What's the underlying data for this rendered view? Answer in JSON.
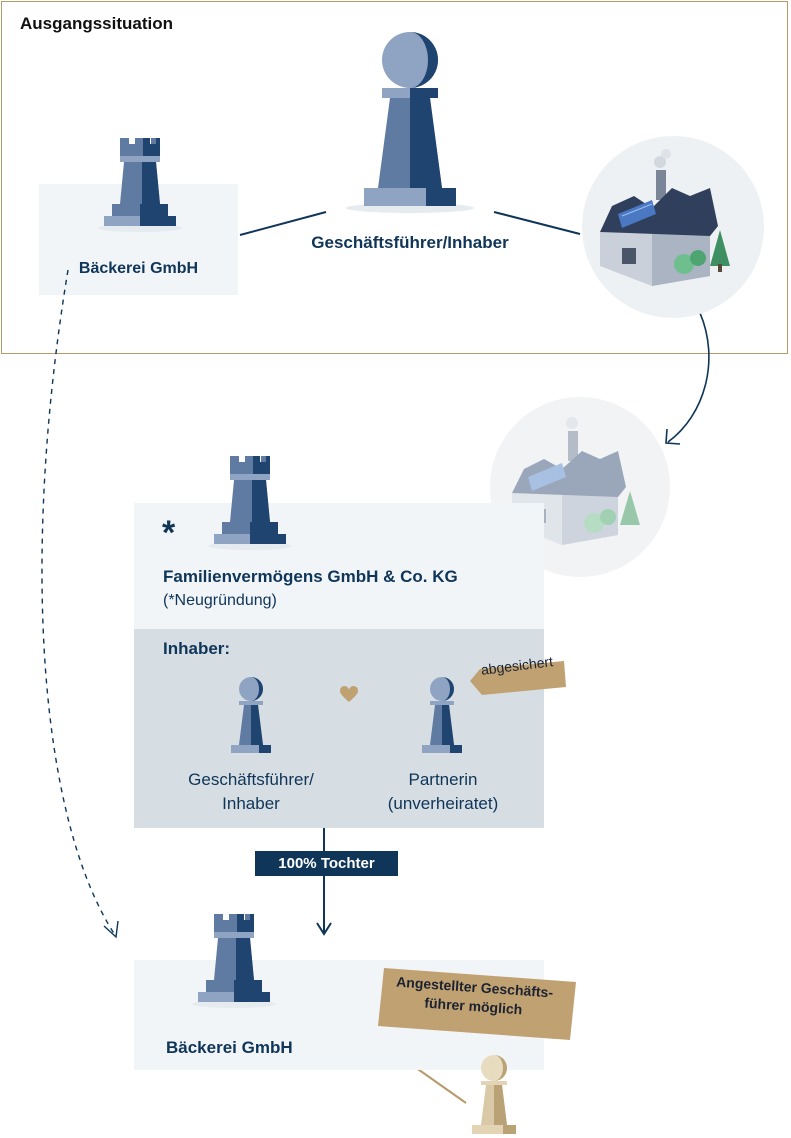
{
  "situation": {
    "title": "Ausgangssituation",
    "company_label": "Bäckerei GmbH",
    "owner_label": "Geschäftsführer/Inhaber"
  },
  "holding": {
    "asterisk": "*",
    "name": "Familienvermögens GmbH & Co. KG",
    "note": "(*Neugründung)",
    "owners_heading": "Inhaber:",
    "owner1_line1": "Geschäftsführer/",
    "owner1_line2": "Inhaber",
    "owner2_line1": "Partnerin",
    "owner2_line2": "(unverheiratet)",
    "secured_tag": "abgesichert"
  },
  "subsidiary": {
    "relation_badge": "100% Tochter",
    "company_label": "Bäckerei GmbH",
    "manager_tag_line1": "Angestellter Geschäfts-",
    "manager_tag_line2": "führer möglich"
  },
  "colors": {
    "navy": "#0f3558",
    "piece_light": "#8ea4c2",
    "piece_mid": "#5f7ba1",
    "piece_dark": "#1f4470",
    "gold": "#c0a172",
    "frame": "#b79a6a",
    "panel_light": "#f2f5f7",
    "panel_mid": "#d6dde3",
    "pawn_cream": "#d9c9a6"
  },
  "icons": [
    "rook-icon",
    "pawn-icon",
    "factory-icon",
    "heart-icon"
  ]
}
